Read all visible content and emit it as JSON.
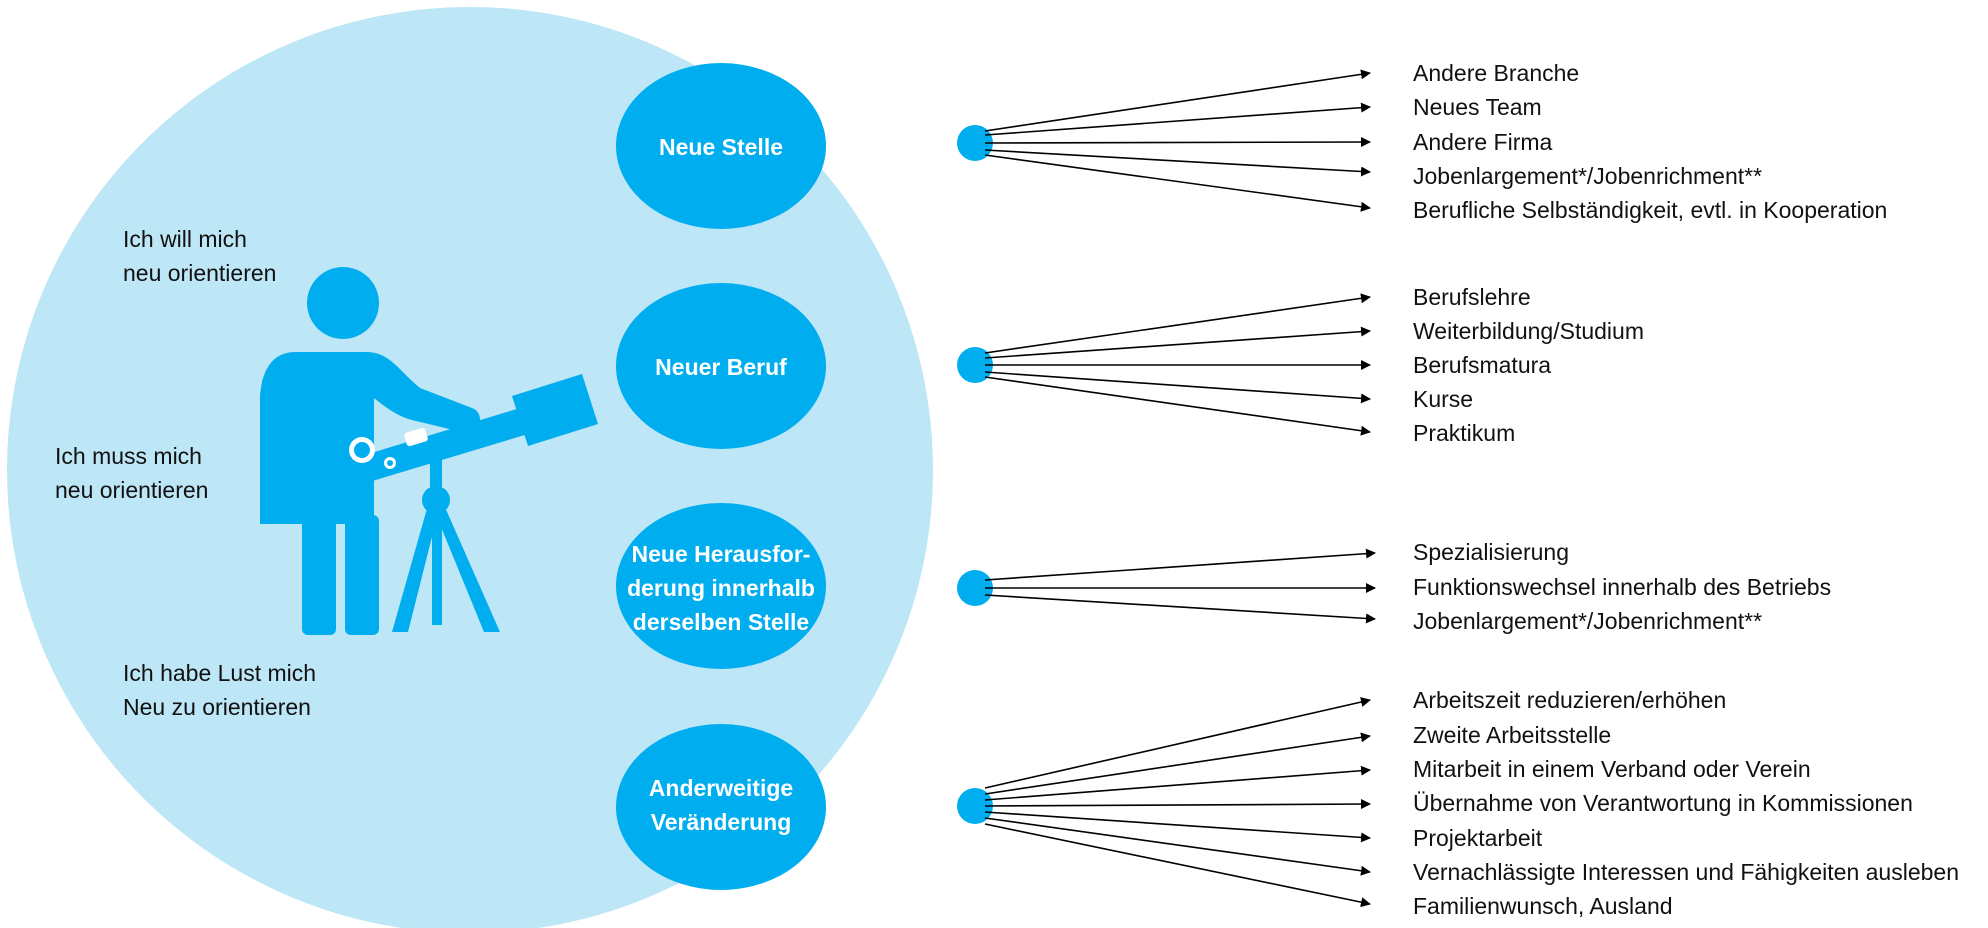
{
  "colors": {
    "background_circle": "#bde6f6",
    "accent": "#00aeef",
    "text": "#111111",
    "on_accent_text": "#ffffff"
  },
  "icons": {
    "person": "person-with-telescope-icon"
  },
  "feelings": [
    {
      "line1": "Ich will mich",
      "line2": "neu orientieren"
    },
    {
      "line1": "Ich muss mich",
      "line2": "neu orientieren"
    },
    {
      "line1": "Ich habe Lust mich",
      "line2": "Neu zu orientieren"
    }
  ],
  "categories": [
    {
      "lines": [
        "Neue Stelle"
      ],
      "options": [
        "Andere Branche",
        "Neues Team",
        "Andere Firma",
        "Jobenlargement*/Jobenrichment**",
        "Berufliche Selbständigkeit, evtl. in Kooperation"
      ]
    },
    {
      "lines": [
        "Neuer Beruf"
      ],
      "options": [
        "Berufslehre",
        "Weiterbildung/Studium",
        "Berufsmatura",
        "Kurse",
        "Praktikum"
      ]
    },
    {
      "lines": [
        "Neue Herausfor-",
        "derung innerhalb",
        "derselben Stelle"
      ],
      "options": [
        "Spezialisierung",
        "Funktionswechsel innerhalb des Betriebs",
        "Jobenlargement*/Jobenrichment**"
      ]
    },
    {
      "lines": [
        "Anderweitige",
        "Veränderung"
      ],
      "options": [
        "Arbeitszeit reduzieren/erhöhen",
        "Zweite Arbeitsstelle",
        "Mitarbeit in einem Verband oder Verein",
        "Übernahme von Verantwortung in Kommissionen",
        "Projektarbeit",
        "Vernachlässigte Interessen und Fähigkeiten ausleben",
        "Familienwunsch, Ausland"
      ]
    }
  ]
}
